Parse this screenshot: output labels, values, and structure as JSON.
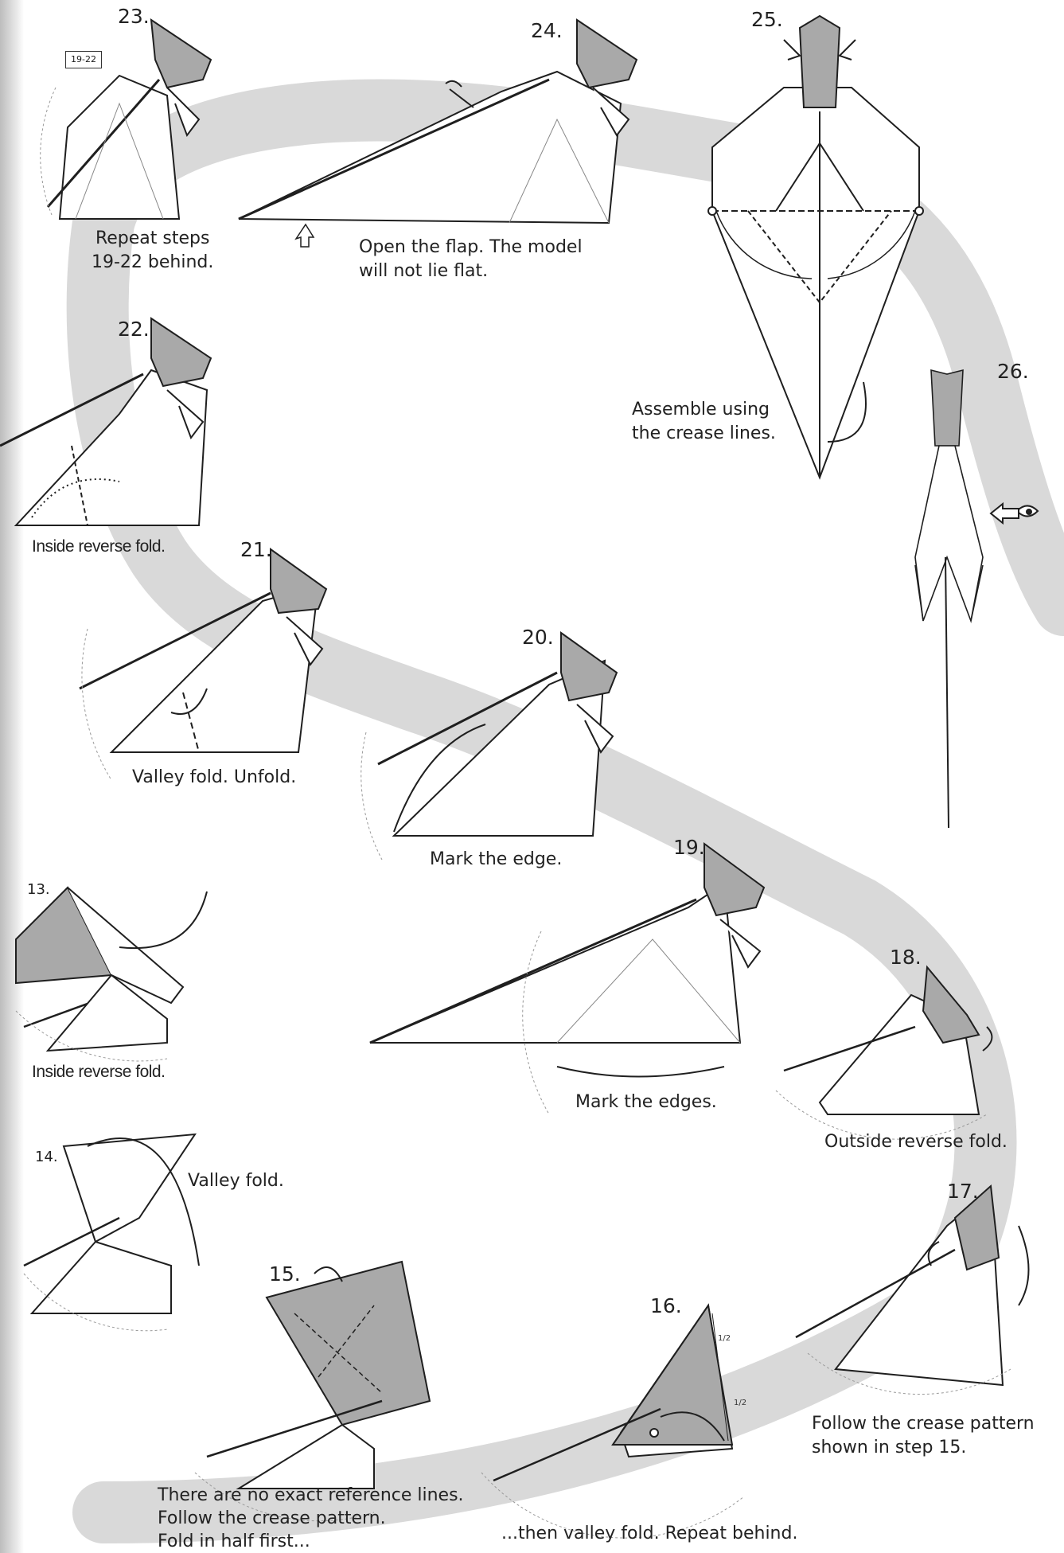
{
  "reference_box": "19-22",
  "steps": [
    {
      "id": "23",
      "number": "23.",
      "caption": [
        "Repeat steps",
        "19-22 behind."
      ]
    },
    {
      "id": "24",
      "number": "24.",
      "caption": [
        "Open the flap. The model",
        "will not lie flat."
      ]
    },
    {
      "id": "25",
      "number": "25.",
      "caption": [
        "Assemble using",
        "the crease lines."
      ]
    },
    {
      "id": "26",
      "number": "26.",
      "caption": []
    },
    {
      "id": "22",
      "number": "22.",
      "caption": [
        "Inside reverse fold."
      ]
    },
    {
      "id": "21",
      "number": "21.",
      "caption": [
        "Valley fold. Unfold."
      ]
    },
    {
      "id": "20",
      "number": "20.",
      "caption": [
        "Mark the edge."
      ]
    },
    {
      "id": "19",
      "number": "19.",
      "caption": [
        "Mark the edges."
      ]
    },
    {
      "id": "18",
      "number": "18.",
      "caption": [
        "Outside reverse fold."
      ]
    },
    {
      "id": "17",
      "number": "17.",
      "caption": [
        "Follow the crease pattern",
        "shown in step 15."
      ]
    },
    {
      "id": "16",
      "number": "16.",
      "caption": [
        "...then valley fold. Repeat behind."
      ]
    },
    {
      "id": "15",
      "number": "15.",
      "caption": [
        "There are no exact reference lines.",
        "Follow the crease pattern.",
        "Fold in half first..."
      ]
    },
    {
      "id": "14",
      "number": "14.",
      "caption": [
        "Valley fold."
      ]
    },
    {
      "id": "13",
      "number": "13.",
      "caption": [
        "Inside reverse fold."
      ]
    }
  ],
  "fractions": [
    "1/2",
    "1/2"
  ],
  "colors": {
    "band": "#d9d9d9",
    "paper": "#ffffff",
    "colored_side": "#a9a9a9",
    "line": "#1f1f1f"
  },
  "icons": [
    "arrow-icon",
    "eye-icon",
    "push-arrow-icon",
    "turn-over-icon"
  ]
}
